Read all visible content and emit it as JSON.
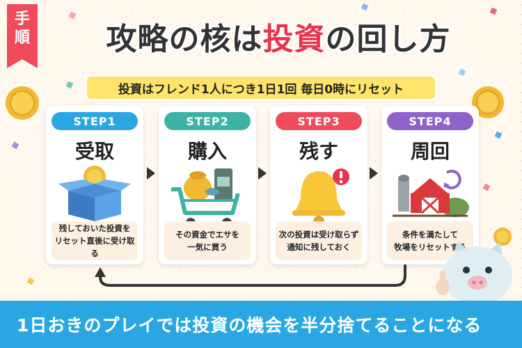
{
  "ribbon": {
    "line1": "手",
    "line2": "順"
  },
  "title": {
    "before": "攻略の核は",
    "accent": "投資",
    "after": "の回し方"
  },
  "subtitle": "投資はフレンド1人につき1日1回 毎日0時にリセット",
  "steps": [
    {
      "label": "STEP1",
      "name": "受取",
      "desc_line1": "残しておいた投資を",
      "desc_line2": "リセット直後に受け取る",
      "color": "#2aa7e3"
    },
    {
      "label": "STEP2",
      "name": "購入",
      "desc_line1": "その資金でエサを",
      "desc_line2": "一気に買う",
      "color": "#3cb3a3"
    },
    {
      "label": "STEP3",
      "name": "残す",
      "desc_line1": "次の投資は受け取らず",
      "desc_line2": "通知に残しておく",
      "color": "#ef4b5a"
    },
    {
      "label": "STEP4",
      "name": "周回",
      "desc_line1": "条件を満たして",
      "desc_line2": "牧場をリセットする",
      "color": "#8e63c9"
    }
  ],
  "banner": "1日おきのプレイでは投資の機会を半分捨てることになる",
  "colors": {
    "accent_red": "#e8334a",
    "subtitle_bg": "#ffe46b",
    "banner_bg": "#2aa7e3",
    "card_desc_bg": "#fdf0e1"
  },
  "icons": [
    "gift-box-coin-icon",
    "shopping-cart-icon",
    "bell-alert-icon",
    "barn-cycle-icon",
    "pig-mascot-icon",
    "coin-icon"
  ]
}
